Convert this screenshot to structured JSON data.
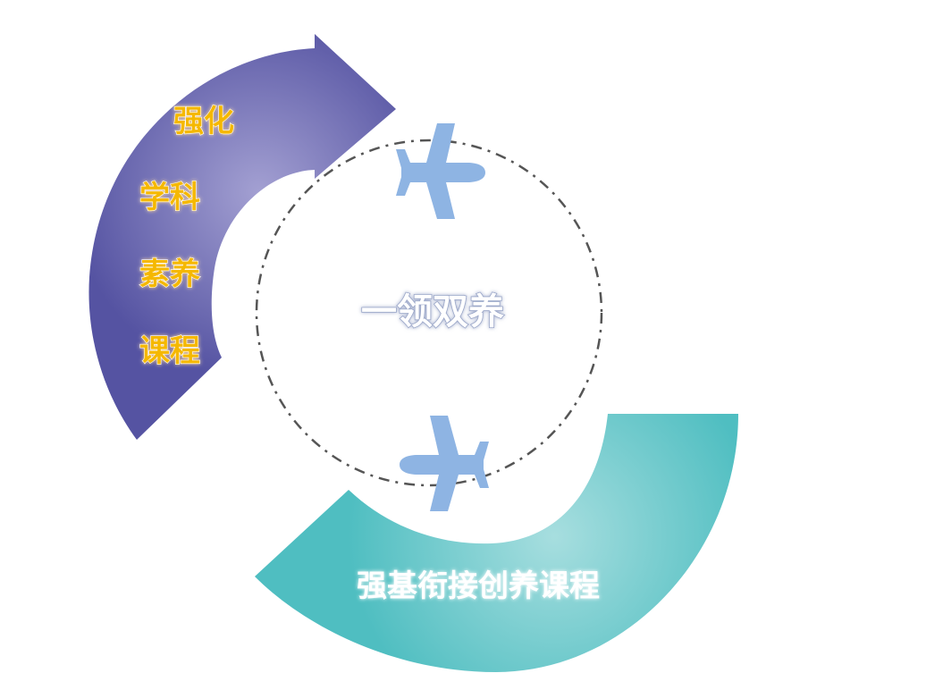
{
  "center": {
    "text": "一领双养"
  },
  "purple_arrow": {
    "lines": [
      "强化",
      "学科",
      "素养",
      "课程"
    ],
    "color_outer": "#5553A2",
    "color_inner": "#A3A0D2",
    "text_color": "#F5B800"
  },
  "teal_arc": {
    "label": "强基衔接创养课程",
    "color_outer": "#4FBEC1",
    "color_inner": "#A7DEDF",
    "text_color": "#FFFFFF"
  },
  "icons": {
    "plane_top": "airplane-icon",
    "plane_bottom": "airplane-icon",
    "plane_color": "#8EB4E3"
  },
  "orbit": {
    "style": "dash-dot",
    "color": "#555555"
  }
}
